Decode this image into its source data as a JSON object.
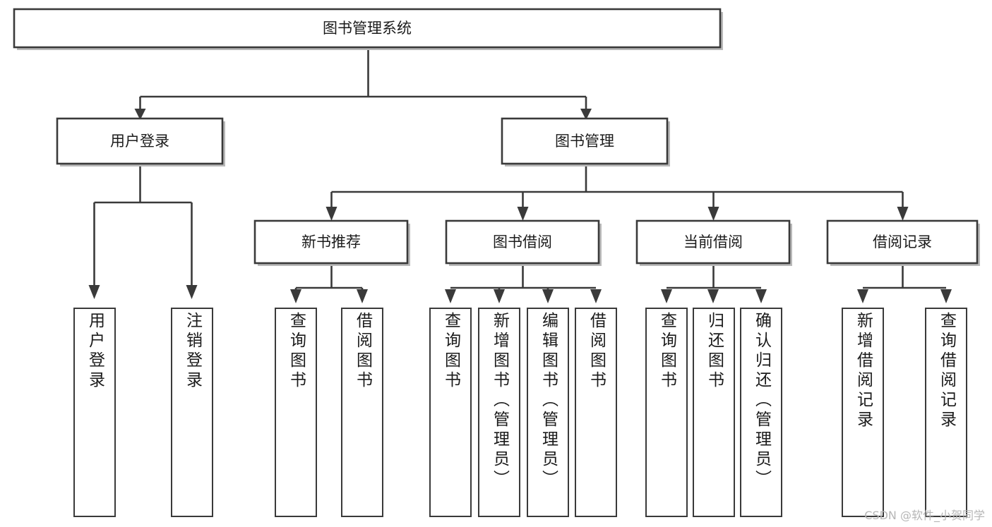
{
  "diagram": {
    "type": "tree-hierarchy",
    "title": "图书管理系统",
    "orientation": "top-down",
    "colors": {
      "box_stroke": "#3a3a3a",
      "box_fill": "#ffffff",
      "connector": "#3a3a3a",
      "text": "#1b1b1b",
      "watermark": "#b6b6b6",
      "background": "#ffffff"
    },
    "root": {
      "label": "图书管理系统"
    },
    "level2": [
      {
        "label": "用户登录"
      },
      {
        "label": "图书管理"
      }
    ],
    "level3": [
      {
        "label": "新书推荐"
      },
      {
        "label": "图书借阅"
      },
      {
        "label": "当前借阅"
      },
      {
        "label": "借阅记录"
      }
    ],
    "leaves": {
      "user_login": [
        {
          "label": "用户登录"
        },
        {
          "label": "注销登录"
        }
      ],
      "new_book_recommend": [
        {
          "label": "查询图书"
        },
        {
          "label": "借阅图书"
        }
      ],
      "book_borrow": [
        {
          "label": "查询图书"
        },
        {
          "label": "新增图书（管理员）"
        },
        {
          "label": "编辑图书（管理员）"
        },
        {
          "label": "借阅图书"
        }
      ],
      "current_borrow": [
        {
          "label": "查询图书"
        },
        {
          "label": "归还图书"
        },
        {
          "label": "确认归还（管理员）"
        }
      ],
      "borrow_records": [
        {
          "label": "新增借阅记录"
        },
        {
          "label": "查询借阅记录"
        }
      ]
    }
  },
  "watermark": {
    "text": "CSDN @软件_小贺同学"
  }
}
